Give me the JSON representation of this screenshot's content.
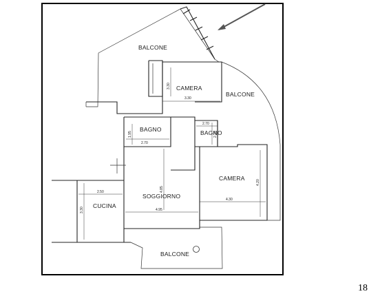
{
  "plan": {
    "rooms": {
      "balcone_top": "BALCONE",
      "camera_top": "CAMERA",
      "balcone_right": "BALCONE",
      "bagno_left": "BAGNO",
      "bagno_right": "BAGNO",
      "camera_right": "CAMERA",
      "soggiorno": "SOGGIORNO",
      "cucina": "CUCINA",
      "balcone_bottom": "BALCONE"
    },
    "dimensions": {
      "camera_top_w": "3.30",
      "camera_top_h": "3.30",
      "bagno_left_w": "2.70",
      "bagno_left_h": "1.95",
      "bagno_right_w": "2.70",
      "bagno_right_h": "2.25",
      "camera_right_w": "4.30",
      "camera_right_h": "4.20",
      "soggiorno_w": "4.95",
      "soggiorno_h": "4.85",
      "cucina_w": "2.50",
      "cucina_h": "3.30"
    }
  },
  "page_number": "18"
}
